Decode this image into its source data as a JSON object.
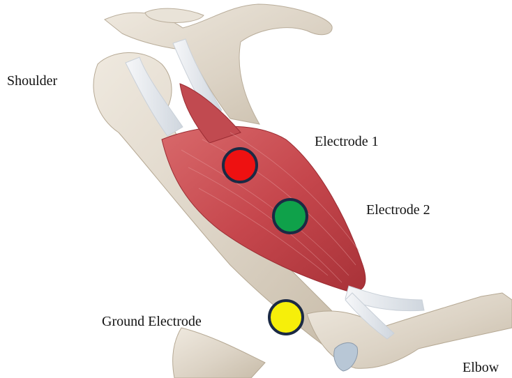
{
  "labels": {
    "shoulder": "Shoulder",
    "electrode_1": "Electrode 1",
    "electrode_2": "Electrode 2",
    "ground": "Ground Electrode",
    "elbow": "Elbow"
  },
  "electrodes": [
    {
      "name": "Electrode 1",
      "color": "#ee1111"
    },
    {
      "name": "Electrode 2",
      "color": "#0fa14a"
    },
    {
      "name": "Ground Electrode",
      "color": "#f6ef0a"
    }
  ],
  "colors": {
    "electrode_outline": "#1b2a44",
    "muscle": "#c7494f",
    "bone": "#e4ddd2",
    "tendon": "#eef1f4"
  }
}
